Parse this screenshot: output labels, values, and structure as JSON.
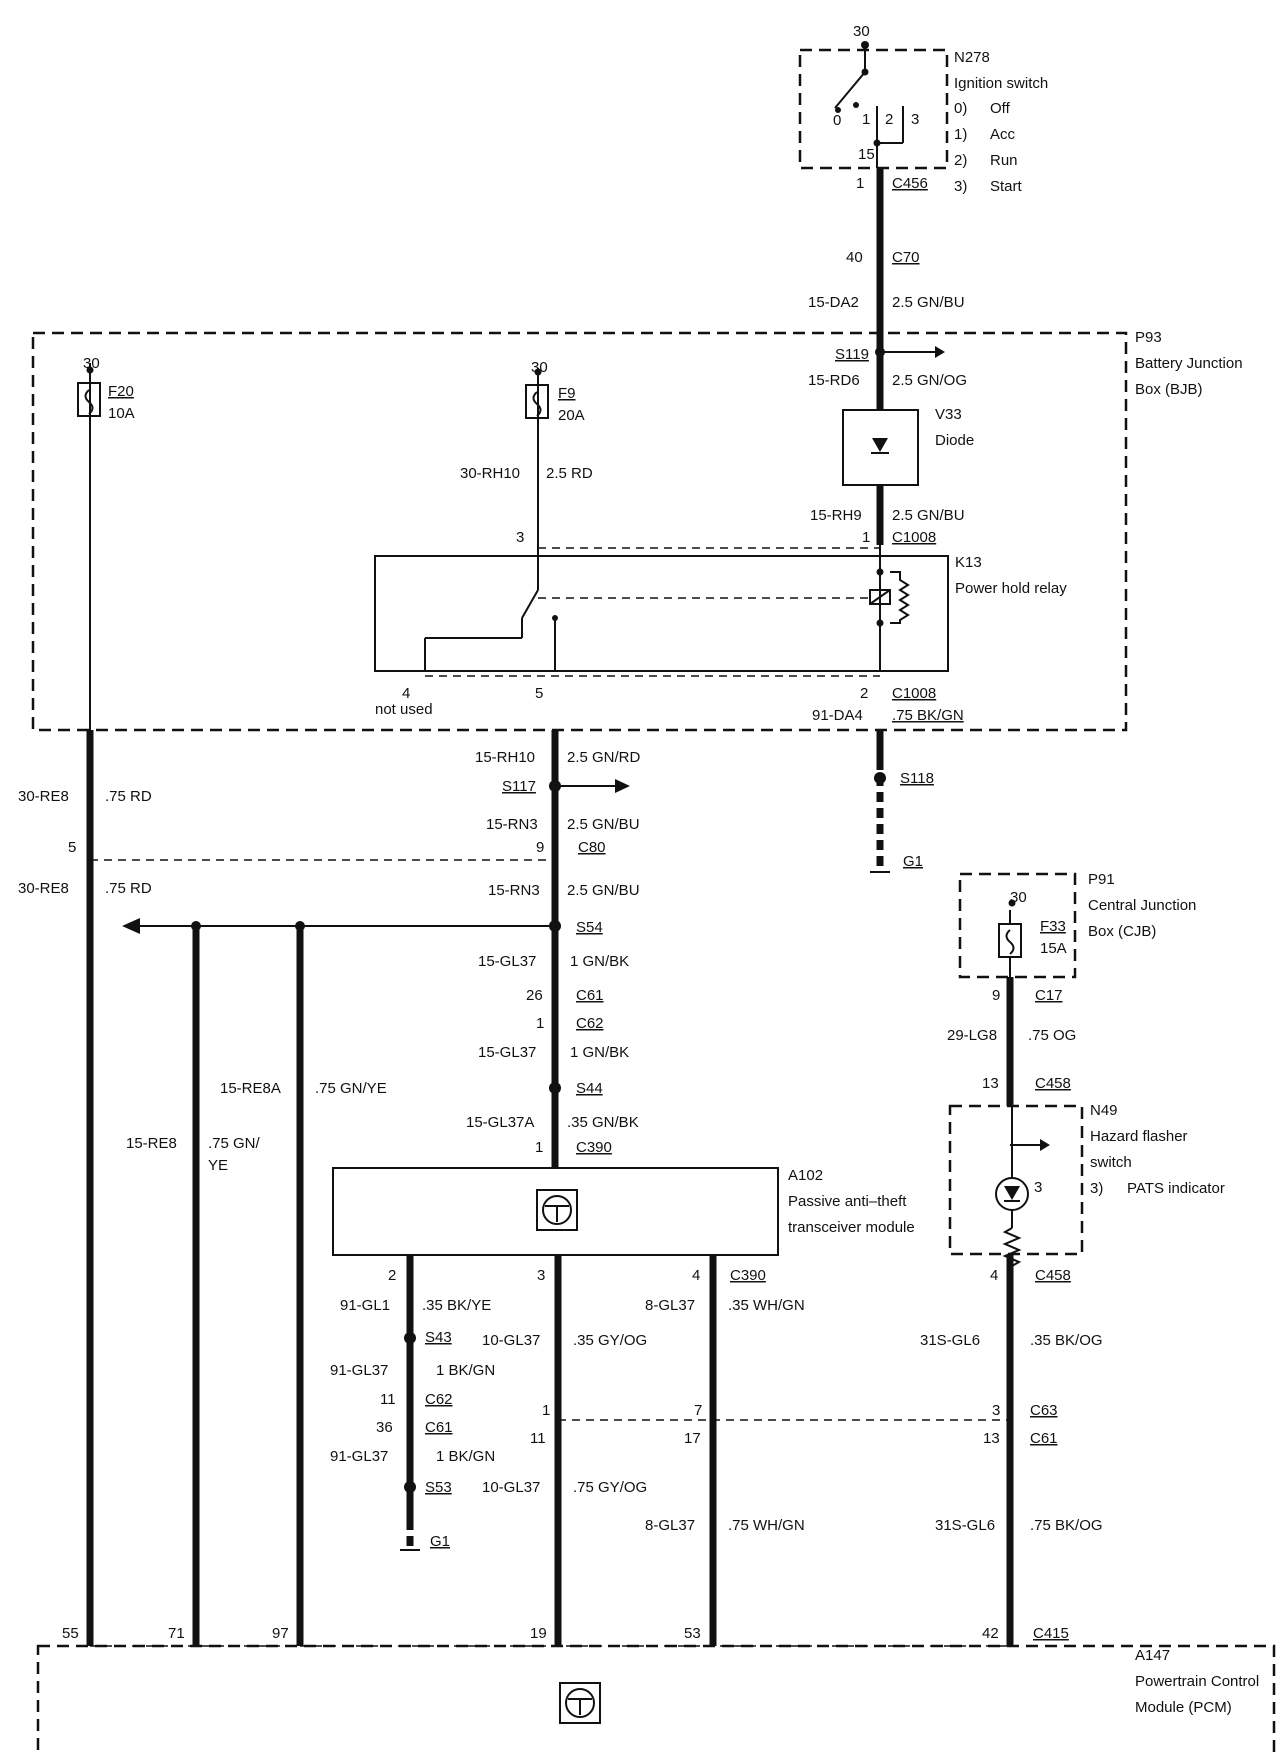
{
  "ignition": {
    "pin30": "30",
    "id": "N278",
    "name": "Ignition switch",
    "p0": "0",
    "p1": "1",
    "p2": "2",
    "p3": "3",
    "p15": "15",
    "pos": [
      {
        "n": "0)",
        "t": "Off"
      },
      {
        "n": "1)",
        "t": "Acc"
      },
      {
        "n": "2)",
        "t": "Run"
      },
      {
        "n": "3)",
        "t": "Start"
      }
    ],
    "c456_pin": "1",
    "c456": "C456"
  },
  "c70": {
    "pin": "40",
    "label": "C70"
  },
  "w15da2": {
    "code": "15-DA2",
    "spec": "2.5 GN/BU"
  },
  "bjb": {
    "id": "P93",
    "line1": "Battery Junction",
    "line2": "Box (BJB)"
  },
  "f20": {
    "pin": "30",
    "id": "F20",
    "amp": "10A"
  },
  "f9": {
    "pin": "30",
    "id": "F9",
    "amp": "20A"
  },
  "s119": "S119",
  "w15rd6": {
    "code": "15-RD6",
    "spec": "2.5 GN/OG"
  },
  "v33": {
    "id": "V33",
    "name": "Diode"
  },
  "w30rh10": {
    "code": "30-RH10",
    "spec": "2.5 RD"
  },
  "w15rh9": {
    "code": "15-RH9",
    "spec": "2.5 GN/BU"
  },
  "c1008top": {
    "pin3": "3",
    "pin1": "1",
    "label": "C1008"
  },
  "k13": {
    "id": "K13",
    "name": "Power hold relay"
  },
  "c1008bot": {
    "pin4": "4",
    "notused": "not used",
    "pin5": "5",
    "pin2": "2",
    "label": "C1008"
  },
  "w91da4": {
    "code": "91-DA4",
    "spec": ".75 BK/GN"
  },
  "s118": "S118",
  "g1a": "G1",
  "w15rh10": {
    "code": "15-RH10",
    "spec": "2.5 GN/RD"
  },
  "s117": "S117",
  "w15rn3a": {
    "code": "15-RN3",
    "spec": "2.5 GN/BU"
  },
  "w30re8a": {
    "code": "30-RE8",
    "spec": ".75 RD"
  },
  "c80": {
    "pin5": "5",
    "pin9": "9",
    "label": "C80"
  },
  "w30re8b": {
    "code": "30-RE8",
    "spec": ".75 RD"
  },
  "w15rn3b": {
    "code": "15-RN3",
    "spec": "2.5 GN/BU"
  },
  "s54": "S54",
  "w15gl37a": {
    "code": "15-GL37",
    "spec": "1 GN/BK"
  },
  "c61a": {
    "pin": "26",
    "label": "C61"
  },
  "c62a": {
    "pin": "1",
    "label": "C62"
  },
  "w15gl37b": {
    "code": "15-GL37",
    "spec": "1 GN/BK"
  },
  "s44": "S44",
  "w15gl37c": {
    "code": "15-GL37A",
    "spec": ".35 GN/BK"
  },
  "c390top": {
    "pin": "1",
    "label": "C390"
  },
  "w15re8a": {
    "code": "15-RE8A",
    "spec": ".75 GN/YE"
  },
  "w15re8": {
    "code": "15-RE8",
    "spec1": ".75 GN/",
    "spec2": "YE"
  },
  "a102": {
    "id": "A102",
    "line1": "Passive anti–theft",
    "line2": "transceiver module"
  },
  "pcj": {
    "pin30": "30",
    "id": "P91",
    "line1": "Central Junction",
    "line2": "Box (CJB)",
    "fuse": "F33",
    "amp": "15A"
  },
  "c17": {
    "pin": "9",
    "label": "C17"
  },
  "w29lg8": {
    "code": "29-LG8",
    "spec": ".75 OG"
  },
  "c458a": {
    "pin": "13",
    "label": "C458"
  },
  "n49": {
    "id": "N49",
    "line1": "Hazard flasher",
    "line2": "switch",
    "item": "3)",
    "itemname": "PATS indicator",
    "pin3": "3"
  },
  "c458b": {
    "pin": "4",
    "label": "C458"
  },
  "c390bot": {
    "pin2": "2",
    "pin3": "3",
    "pin4": "4",
    "label": "C390"
  },
  "w91gl1": {
    "code": "91-GL1",
    "spec": ".35 BK/YE"
  },
  "w8gl37a": {
    "code": "8-GL37",
    "spec": ".35 WH/GN"
  },
  "s43": "S43",
  "w10gl37a": {
    "code": "10-GL37",
    "spec": ".35 GY/OG"
  },
  "w31sgl6a": {
    "code": "31S-GL6",
    "spec": ".35 BK/OG"
  },
  "w91gl37a": {
    "code": "91-GL37",
    "spec": "1 BK/GN"
  },
  "c62b": {
    "pin": "11",
    "label": "C62"
  },
  "c63": {
    "pin1": "1",
    "pin7": "7",
    "pin3": "3",
    "label": "C63"
  },
  "c61b": {
    "pin36": "36",
    "label": "C61",
    "pin11": "11",
    "pin17": "17",
    "pin13": "13",
    "label2": "C61"
  },
  "w91gl37b": {
    "code": "91-GL37",
    "spec": "1 BK/GN"
  },
  "s53": "S53",
  "w10gl37b": {
    "code": "10-GL37",
    "spec": ".75 GY/OG"
  },
  "w8gl37b": {
    "code": "8-GL37",
    "spec": ".75 WH/GN"
  },
  "w31sgl6b": {
    "code": "31S-GL6",
    "spec": ".75 BK/OG"
  },
  "g1b": "G1",
  "c415": {
    "p55": "55",
    "p71": "71",
    "p97": "97",
    "p19": "19",
    "p53": "53",
    "p42": "42",
    "label": "C415"
  },
  "pcm": {
    "id": "A147",
    "line1": "Powertrain Control",
    "line2": "Module (PCM)"
  }
}
